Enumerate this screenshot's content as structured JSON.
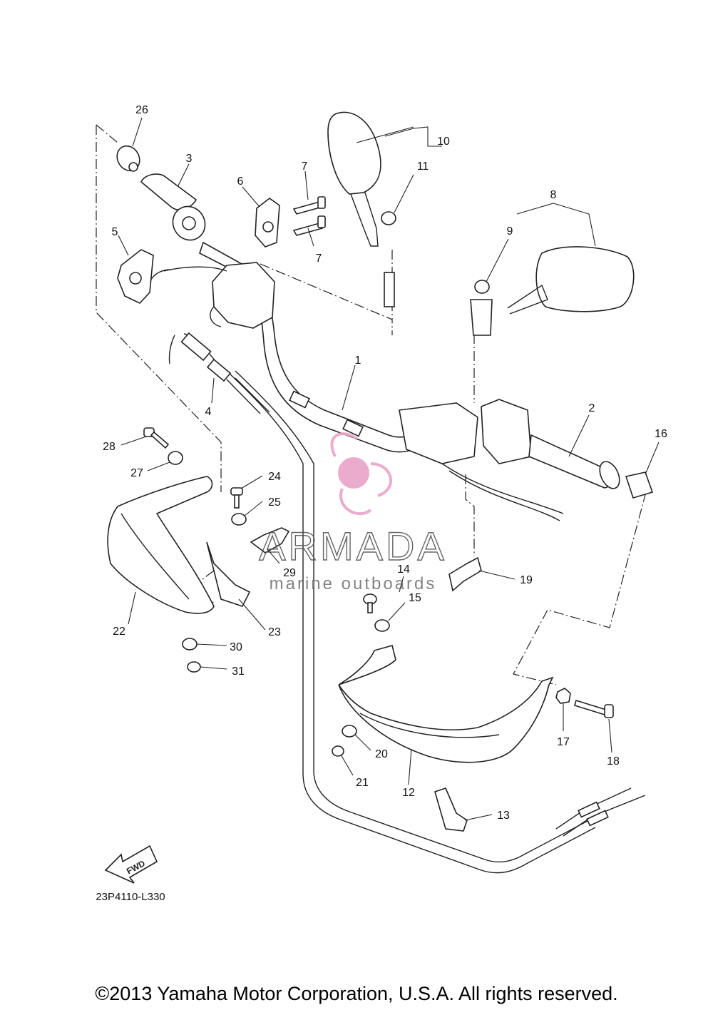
{
  "diagram_code": "23P4110-L330",
  "fwd_label": "FWD",
  "watermark": {
    "brand": "ARMADA",
    "tagline": "marine outboards",
    "color": "#e9a3c8"
  },
  "callouts": [
    "1",
    "2",
    "3",
    "4",
    "5",
    "6",
    "7",
    "7",
    "8",
    "9",
    "10",
    "11",
    "12",
    "13",
    "14",
    "15",
    "16",
    "17",
    "18",
    "19",
    "20",
    "21",
    "22",
    "23",
    "24",
    "25",
    "26",
    "27",
    "28",
    "29",
    "30",
    "31"
  ],
  "copyright": "©2013 Yamaha Motor Corporation, U.S.A. All rights reserved."
}
